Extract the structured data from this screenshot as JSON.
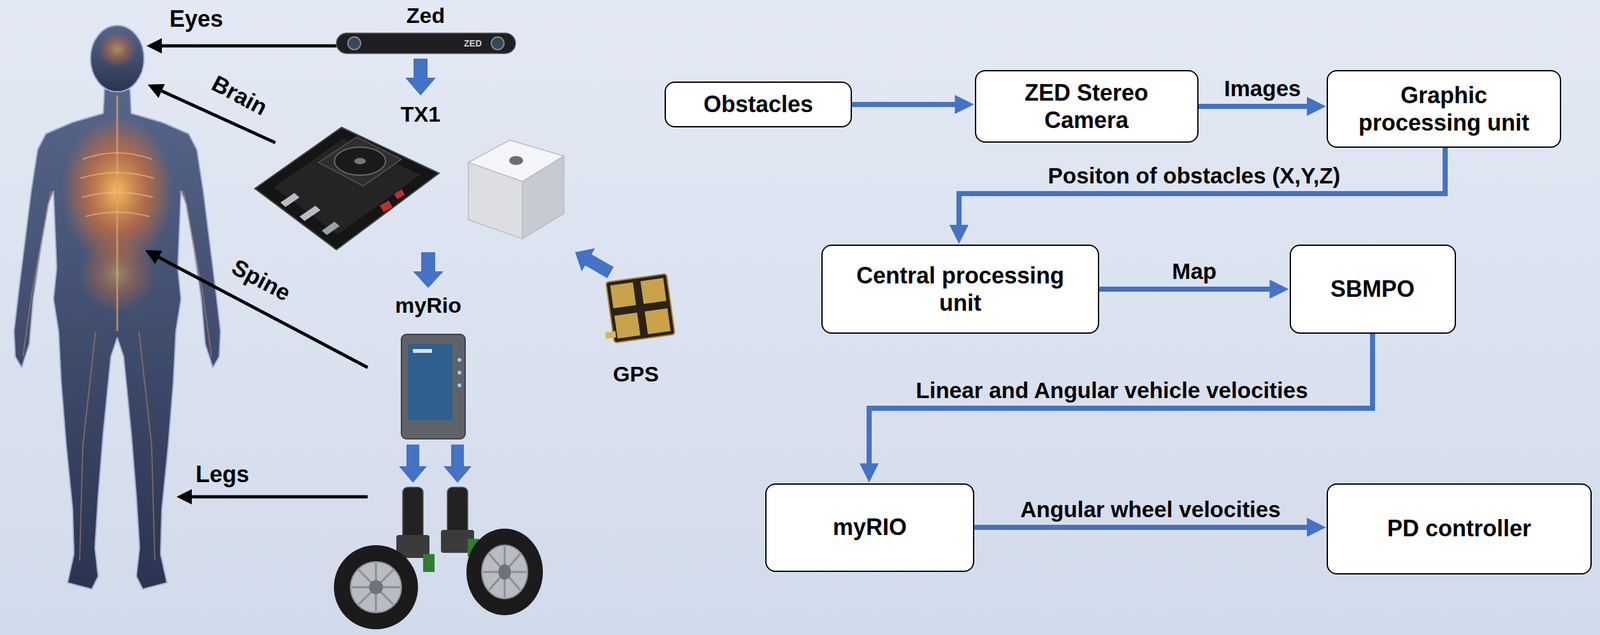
{
  "diagram": {
    "nodes": [
      {
        "text": [
          "Obstacles"
        ]
      },
      {
        "text": [
          "ZED Stereo Camera"
        ]
      },
      {
        "text": [
          "Graphic processing unit"
        ]
      },
      {
        "text": [
          "Central processing unit"
        ]
      },
      {
        "text": [
          "SBMPO"
        ]
      },
      {
        "text": [
          "myRIO"
        ]
      },
      {
        "text": [
          "PD controller"
        ]
      }
    ],
    "edges": [
      {
        "from": 0,
        "to": 1,
        "arrow": "to"
      },
      {
        "from": 1,
        "to": 2,
        "label": "Images",
        "arrow": "to"
      },
      {
        "from": 2,
        "to": 3,
        "label": "Positon of obstacles (X,Y,Z)",
        "arrow": "to"
      },
      {
        "from": 3,
        "to": 4,
        "label": "Map",
        "arrow": "to"
      },
      {
        "from": 4,
        "to": 5,
        "label": "Linear and Angular vehicle velocities",
        "arrow": "to"
      },
      {
        "from": 5,
        "to": 6,
        "label": "Angular wheel velocities",
        "arrow": "to"
      }
    ],
    "labels": [
      "Eyes",
      "Zed",
      "ZED",
      "Brain",
      "TX1",
      "myRio",
      "GPS",
      "Spine",
      "Legs"
    ]
  }
}
